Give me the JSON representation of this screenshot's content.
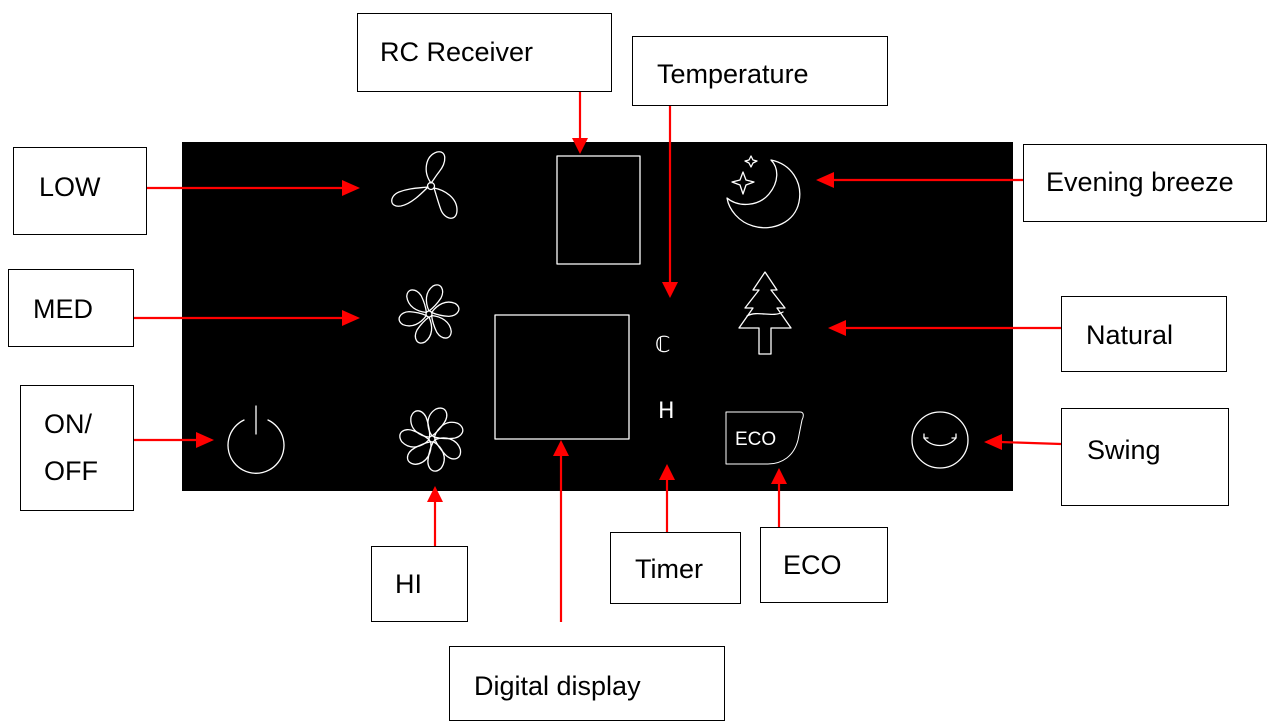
{
  "labels": {
    "rc_receiver": "RC Receiver",
    "temperature": "Temperature",
    "low": "LOW",
    "evening_breeze": "Evening breeze",
    "med": "MED",
    "natural": "Natural",
    "on_off_line1": "ON/",
    "on_off_line2": "OFF",
    "swing": "Swing",
    "hi": "HI",
    "timer": "Timer",
    "eco": "ECO",
    "digital_display": "Digital display"
  },
  "panel": {
    "temp_unit_glyph": "ℂ",
    "timer_glyph": "H",
    "eco_button_text": "ECO"
  },
  "colors": {
    "panel": "#000000",
    "icon_stroke": "#ffffff",
    "arrow": "#ff0000",
    "label_border": "#000000"
  },
  "icons": [
    "fan-low-icon",
    "fan-med-icon",
    "fan-hi-icon",
    "power-icon",
    "moon-star-icon",
    "tree-icon",
    "eco-icon",
    "swing-icon"
  ]
}
